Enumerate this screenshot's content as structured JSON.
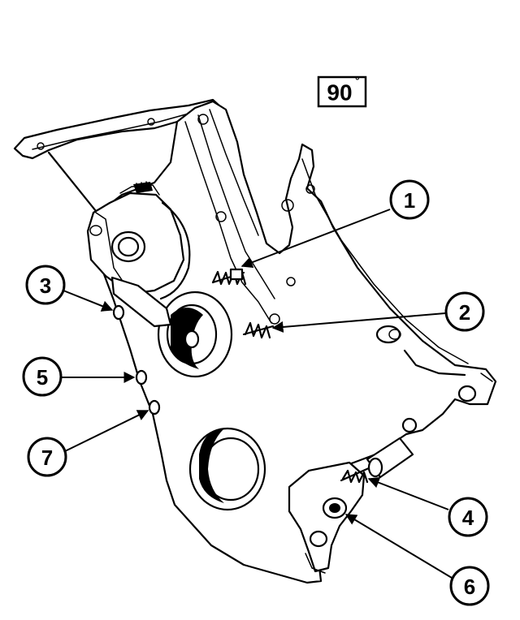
{
  "view_angle_label": "90",
  "callouts": [
    {
      "id": "1",
      "label": "1"
    },
    {
      "id": "2",
      "label": "2"
    },
    {
      "id": "3",
      "label": "3"
    },
    {
      "id": "4",
      "label": "4"
    },
    {
      "id": "5",
      "label": "5"
    },
    {
      "id": "6",
      "label": "6"
    },
    {
      "id": "7",
      "label": "7"
    }
  ]
}
